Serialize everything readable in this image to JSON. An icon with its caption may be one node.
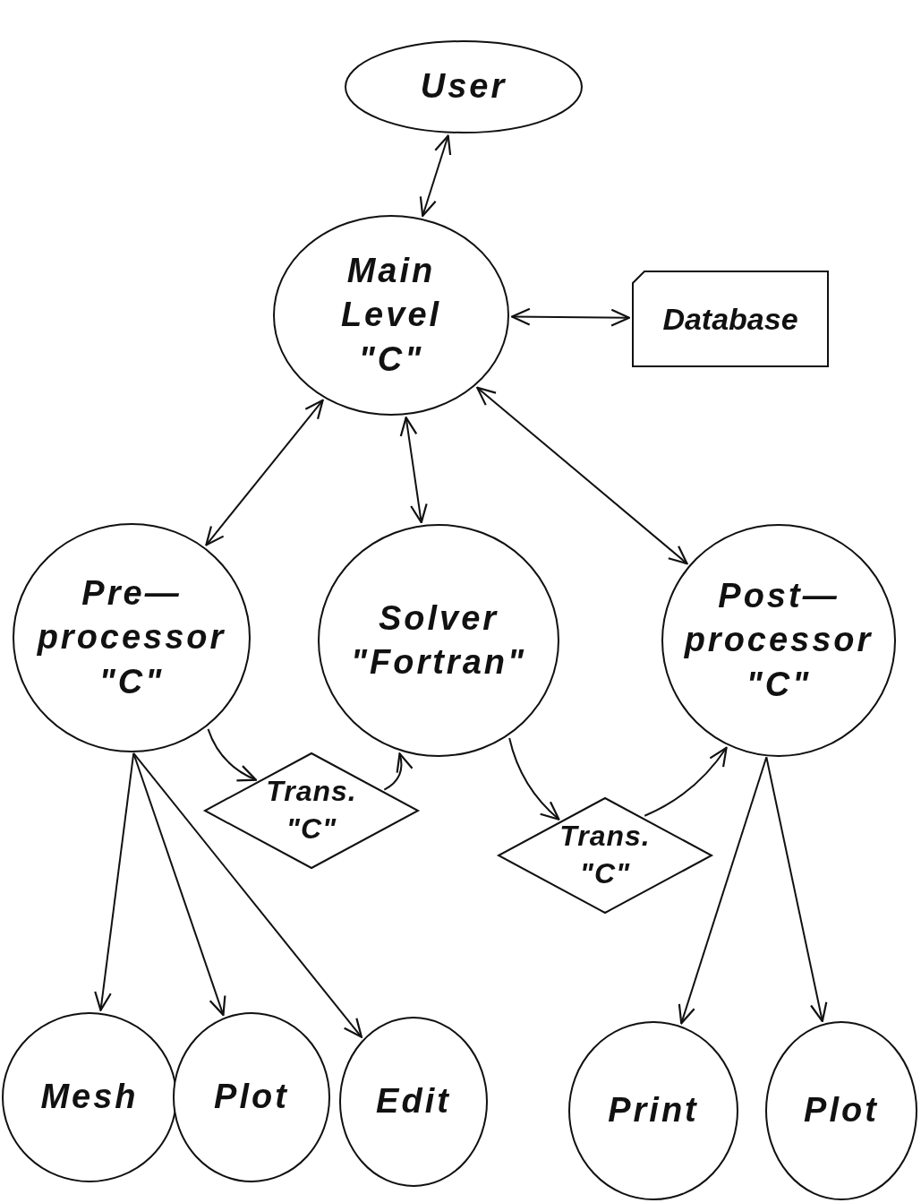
{
  "diagram": {
    "nodes": [
      {
        "text": [
          "User"
        ]
      },
      {
        "text": [
          "Main Level",
          "\"C\""
        ]
      },
      {
        "text": [
          "Database"
        ]
      },
      {
        "text": [
          "Pre— processor",
          "\"C\""
        ]
      },
      {
        "text": [
          "Solver",
          "\"Fortran\""
        ]
      },
      {
        "text": [
          "Post— processor",
          "\"C\""
        ]
      },
      {
        "text": [
          "Trans.",
          "\"C\""
        ]
      },
      {
        "text": [
          "Trans.",
          "\"C\""
        ]
      },
      {
        "text": [
          "Mesh"
        ]
      },
      {
        "text": [
          "Plot"
        ]
      },
      {
        "text": [
          "Edit"
        ]
      },
      {
        "text": [
          "Print"
        ]
      },
      {
        "text": [
          "Plot"
        ]
      }
    ],
    "edges": [
      {
        "from": 0,
        "to": 1,
        "arrow": "both"
      },
      {
        "from": 1,
        "to": 2,
        "arrow": "both"
      },
      {
        "from": 1,
        "to": 3,
        "arrow": "both"
      },
      {
        "from": 1,
        "to": 4,
        "arrow": "both"
      },
      {
        "from": 1,
        "to": 5,
        "arrow": "both"
      },
      {
        "from": 3,
        "to": 6,
        "arrow": "to"
      },
      {
        "from": 6,
        "to": 4,
        "arrow": "to"
      },
      {
        "from": 4,
        "to": 7,
        "arrow": "to"
      },
      {
        "from": 7,
        "to": 5,
        "arrow": "to"
      },
      {
        "from": 3,
        "to": 8,
        "arrow": "to"
      },
      {
        "from": 3,
        "to": 9,
        "arrow": "to"
      },
      {
        "from": 3,
        "to": 10,
        "arrow": "to"
      },
      {
        "from": 5,
        "to": 11,
        "arrow": "to"
      },
      {
        "from": 5,
        "to": 12,
        "arrow": "to"
      }
    ]
  }
}
